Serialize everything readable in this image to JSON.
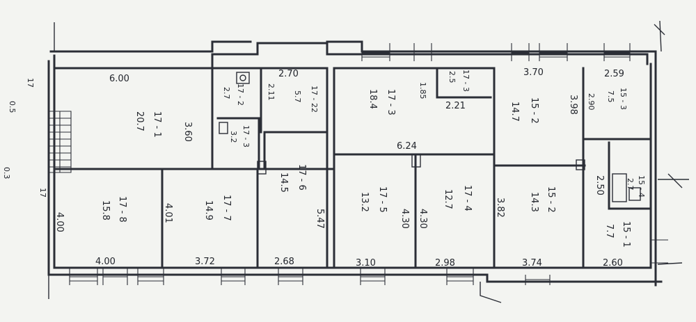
{
  "rooms": [
    {
      "id": "r1",
      "area": "20.7",
      "code": "17 - 1",
      "dim_top": "6.00",
      "dim_right": "3.60"
    },
    {
      "id": "r2",
      "area": "2.7",
      "code": "17 - 2"
    },
    {
      "id": "r3",
      "area": "3.2",
      "code": "17 - 3"
    },
    {
      "id": "r4",
      "area": "5.7",
      "code": "17 - 22",
      "dim_top": "2.70",
      "dim_left": "2.11"
    },
    {
      "id": "r5",
      "area": "18.4",
      "code": "17 - 3",
      "dim_bottom": "6.24"
    },
    {
      "id": "r6",
      "area": "2.5",
      "code": "17 - 3",
      "dim_left": "1.85",
      "dim_bottom": "2.21"
    },
    {
      "id": "r7",
      "area": "14.7",
      "code": "15 - 2",
      "dim_top": "3.70",
      "dim_right": "3.98"
    },
    {
      "id": "r8",
      "area": "7.5",
      "code": "15 - 3",
      "dim_top": "2.59",
      "dim_left": "2.90"
    },
    {
      "id": "r9",
      "area": "15.8",
      "code": "17 - 8",
      "dim_left": "4.00",
      "dim_bottom": "4.00"
    },
    {
      "id": "r10",
      "area": "14.9",
      "code": "17 - 7",
      "dim_left": "4.01",
      "dim_bottom": "3.72"
    },
    {
      "id": "r11",
      "area": "14.5",
      "code": "17 - 6",
      "dim_right": "5.47",
      "dim_bottom": "2.68"
    },
    {
      "id": "r12",
      "area": "13.2",
      "code": "17 - 5",
      "dim_right": "4.30",
      "dim_bottom": "3.10"
    },
    {
      "id": "r13",
      "area": "12.7",
      "code": "17 - 4",
      "dim_left": "4.30",
      "dim_bottom": "2.98"
    },
    {
      "id": "r14",
      "area": "14.3",
      "code": "15 - 2",
      "dim_left": "3.82",
      "dim_bottom": "3.74"
    },
    {
      "id": "r15",
      "area": "2.7",
      "code": "15 - 4"
    },
    {
      "id": "r16",
      "area": "7.7",
      "code": "15 - 1",
      "dim_left": "2.50",
      "dim_bottom": "2.60"
    }
  ],
  "stair_labels": [
    {
      "area": "17",
      "code": "0.5"
    },
    {
      "area": "17",
      "code": "0.3"
    }
  ],
  "colors": {
    "paper": "#f3f4f1",
    "ink": "#2b2e36",
    "text": "#22252c"
  }
}
